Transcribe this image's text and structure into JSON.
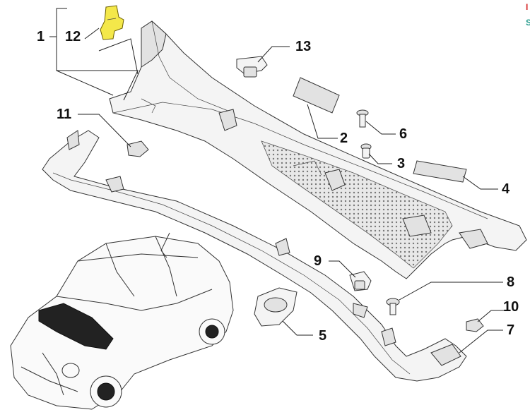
{
  "diagram": {
    "callouts": [
      {
        "id": "1",
        "label": "1"
      },
      {
        "id": "2",
        "label": "2"
      },
      {
        "id": "3",
        "label": "3"
      },
      {
        "id": "4",
        "label": "4"
      },
      {
        "id": "5",
        "label": "5"
      },
      {
        "id": "6",
        "label": "6"
      },
      {
        "id": "7",
        "label": "7"
      },
      {
        "id": "8",
        "label": "8"
      },
      {
        "id": "9",
        "label": "9"
      },
      {
        "id": "10",
        "label": "10"
      },
      {
        "id": "11",
        "label": "11"
      },
      {
        "id": "12",
        "label": "12"
      },
      {
        "id": "13",
        "label": "13"
      }
    ],
    "highlighted_part": "12",
    "colors": {
      "highlight": "#f4e84a",
      "edge_mark_red": "#d62828",
      "edge_mark_teal": "#2a9d8f"
    },
    "icons": [
      "cowl-panel",
      "vehicle-illustration",
      "fastener-clips",
      "grommet",
      "bracket"
    ]
  }
}
